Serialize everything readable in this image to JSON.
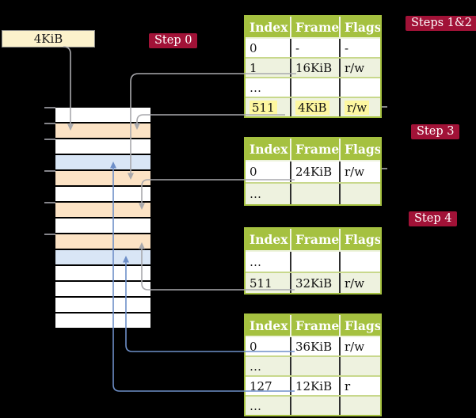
{
  "colors": {
    "background": "#000000",
    "frame_box_fill": "#fcf2cc",
    "badge_red": "#a11237",
    "table_header_green": "#a5c140",
    "table_row_tint": "#eef2df",
    "highlight_yellow": "#fdf7a0",
    "memory_page_table_fill": "#fce3c5",
    "memory_mapped_page_fill": "#d9e6f6",
    "gray_arrow": "#a9a9ad",
    "blue_arrow": "#6e8fc8",
    "tick_gray": "#85858a"
  },
  "frame_label_box": {
    "label": "4KiB"
  },
  "badges": {
    "step0": "Step 0",
    "steps12": "Steps 1&2",
    "step3": "Step 3",
    "step4": "Step 4"
  },
  "memory": {
    "rows": [
      "empty",
      "page-table",
      "empty",
      "mapped-page",
      "page-table",
      "empty",
      "page-table",
      "empty",
      "page-table",
      "mapped-page",
      "empty",
      "empty",
      "empty",
      "empty"
    ]
  },
  "tables": [
    {
      "headers": [
        "Index",
        "Frame",
        "Flags"
      ],
      "rows": [
        {
          "cells": [
            "0",
            "-",
            "-"
          ]
        },
        {
          "cells": [
            "1",
            "16KiB",
            "r/w"
          ]
        },
        {
          "cells": [
            "…",
            "",
            ""
          ]
        },
        {
          "cells": [
            "511",
            "4KiB",
            "r/w"
          ],
          "highlighted": true
        }
      ]
    },
    {
      "headers": [
        "Index",
        "Frame",
        "Flags"
      ],
      "rows": [
        {
          "cells": [
            "0",
            "24KiB",
            "r/w"
          ]
        },
        {
          "cells": [
            "…",
            "",
            ""
          ]
        }
      ]
    },
    {
      "headers": [
        "Index",
        "Frame",
        "Flags"
      ],
      "rows": [
        {
          "cells": [
            "…",
            "",
            ""
          ]
        },
        {
          "cells": [
            "511",
            "32KiB",
            "r/w"
          ]
        }
      ]
    },
    {
      "headers": [
        "Index",
        "Frame",
        "Flags"
      ],
      "rows": [
        {
          "cells": [
            "0",
            "36KiB",
            "r/w"
          ]
        },
        {
          "cells": [
            "…",
            "",
            ""
          ]
        },
        {
          "cells": [
            "127",
            "12KiB",
            "r"
          ]
        },
        {
          "cells": [
            "…",
            "",
            ""
          ]
        }
      ]
    }
  ]
}
